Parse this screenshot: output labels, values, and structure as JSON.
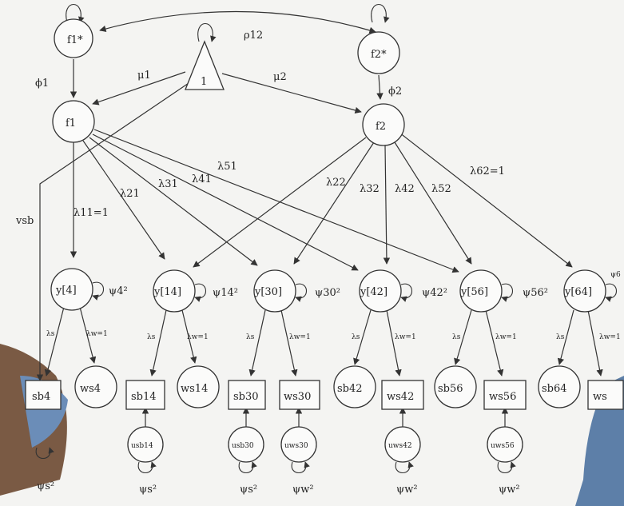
{
  "rho": "ρ12",
  "phi1": "ϕ1",
  "phi2": "ϕ2",
  "mu1": "μ1",
  "mu2": "μ2",
  "const": "1",
  "f1star": "f1*",
  "f2star": "f2*",
  "f1": "f1",
  "f2": "f2",
  "vsb": "vsb",
  "loadings": {
    "l11": "λ11=1",
    "l21": "λ21",
    "l31": "λ31",
    "l41": "λ41",
    "l51": "λ51",
    "l22": "λ22",
    "l32": "λ32",
    "l42": "λ42",
    "l52": "λ52",
    "l62": "λ62=1"
  },
  "y_nodes": [
    "y[4]",
    "y[14]",
    "y[30]",
    "y[42]",
    "y[56]",
    "y[64]"
  ],
  "psi_y": [
    "ψ4²",
    "ψ14²",
    "ψ30²",
    "ψ42²",
    "ψ56²",
    "ψ6"
  ],
  "sb_nodes": [
    "sb4",
    "sb14",
    "sb30",
    "sb42",
    "sb56",
    "sb64"
  ],
  "ws_nodes": [
    "ws4",
    "ws14",
    "ws30",
    "ws42",
    "ws56",
    "ws"
  ],
  "lambda_s": "λs",
  "lambda_w": "λw=1",
  "u_nodes": [
    "usb14",
    "usb30",
    "uws30",
    "uws42",
    "uws56"
  ],
  "psi_s": "ψs²",
  "psi_w": "ψw²"
}
